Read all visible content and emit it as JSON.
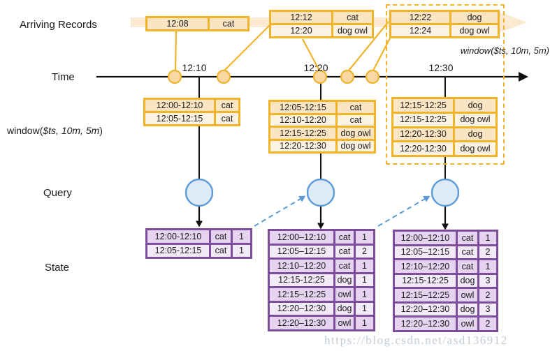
{
  "labels": {
    "arriving_records": "Arriving Records",
    "time": "Time",
    "window_prefix": "window(",
    "window_args": "$ts, 10m, 5m",
    "window_suffix": ")",
    "query": "Query",
    "state": "State",
    "window_annotation": "window($ts, 10m, 5m)"
  },
  "timeline": {
    "ticks": [
      "12:10",
      "12:20",
      "12:30"
    ]
  },
  "records": [
    {
      "rows": [
        {
          "time": "12:08",
          "value": "cat"
        }
      ]
    },
    {
      "rows": [
        {
          "time": "12:12",
          "value": "cat"
        },
        {
          "time": "12:20",
          "value": "dog owl"
        }
      ]
    },
    {
      "rows": [
        {
          "time": "12:22",
          "value": "dog"
        },
        {
          "time": "12:24",
          "value": "dog owl"
        }
      ]
    }
  ],
  "window_tables": [
    {
      "rows": [
        {
          "time": "12:00-12:10",
          "value": "cat"
        },
        {
          "time": "12:05-12:15",
          "value": "cat"
        }
      ]
    },
    {
      "rows": [
        {
          "time": "12:05-12:15",
          "value": "cat"
        },
        {
          "time": "12:10-12:20",
          "value": "cat"
        },
        {
          "time": "12:15-12:25",
          "value": "dog owl"
        },
        {
          "time": "12:20-12:30",
          "value": "dog owl"
        }
      ]
    },
    {
      "rows": [
        {
          "time": "12:15-12:25",
          "value": "dog"
        },
        {
          "time": "12:15-12:25",
          "value": "dog owl"
        },
        {
          "time": "12:20-12:30",
          "value": "dog"
        },
        {
          "time": "12:20-12:30",
          "value": "dog owl"
        }
      ]
    }
  ],
  "state_tables": [
    {
      "rows": [
        {
          "time": "12:00-12:10",
          "animal": "cat",
          "count": "1"
        },
        {
          "time": "12:05-12:15",
          "animal": "cat",
          "count": "1"
        }
      ]
    },
    {
      "rows": [
        {
          "time": "12:00–12:10",
          "animal": "cat",
          "count": "1"
        },
        {
          "time": "12:05–12:15",
          "animal": "cat",
          "count": "2"
        },
        {
          "time": "12:10–12:20",
          "animal": "cat",
          "count": "1"
        },
        {
          "time": "12:15-12:25",
          "animal": "dog",
          "count": "1"
        },
        {
          "time": "12:15–12:25",
          "animal": "owl",
          "count": "1"
        },
        {
          "time": "12:20–12:30",
          "animal": "dog",
          "count": "1"
        },
        {
          "time": "12:20–12:30",
          "animal": "owl",
          "count": "1"
        }
      ]
    },
    {
      "rows": [
        {
          "time": "12:00–12:10",
          "animal": "cat",
          "count": "1"
        },
        {
          "time": "12:05–12:15",
          "animal": "cat",
          "count": "2"
        },
        {
          "time": "12:10–12:20",
          "animal": "cat",
          "count": "1"
        },
        {
          "time": "12:15-12:25",
          "animal": "dog",
          "count": "3"
        },
        {
          "time": "12:15–12:25",
          "animal": "owl",
          "count": "2"
        },
        {
          "time": "12:20–12:30",
          "animal": "dog",
          "count": "3"
        },
        {
          "time": "12:20–12:30",
          "animal": "owl",
          "count": "2"
        }
      ]
    }
  ],
  "watermark": "https://blog.csdn.net/asd136912",
  "colors": {
    "amber": "#F0B32A",
    "peach_dark": "#FAE4C1",
    "peach_light": "#FDF3E3",
    "purple": "#7D4E9C",
    "lavender_dark": "#E5D3EF",
    "lavender_light": "#F2EAF9",
    "blue": "#5B9BD5",
    "blue_fill": "#DCEBF6"
  }
}
